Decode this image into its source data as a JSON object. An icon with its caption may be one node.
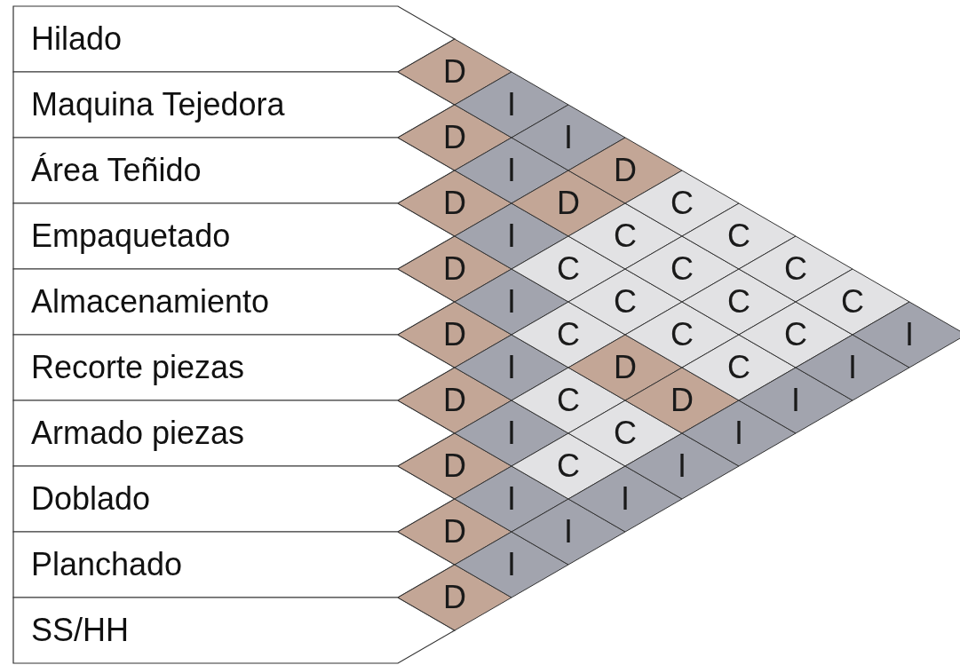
{
  "diagram": {
    "nodes": [
      {
        "text": [
          "Hilado"
        ]
      },
      {
        "text": [
          "Maquina Tejedora"
        ]
      },
      {
        "text": [
          "Área Teñido"
        ]
      },
      {
        "text": [
          "Empaquetado"
        ]
      },
      {
        "text": [
          "Almacenamiento"
        ]
      },
      {
        "text": [
          "Recorte piezas"
        ]
      },
      {
        "text": [
          "Armado piezas"
        ]
      },
      {
        "text": [
          "Doblado"
        ]
      },
      {
        "text": [
          "Planchado"
        ]
      },
      {
        "text": [
          "SS/HH"
        ]
      },
      {
        "text": [
          "D"
        ]
      },
      {
        "text": [
          "D"
        ]
      },
      {
        "text": [
          "D"
        ]
      },
      {
        "text": [
          "D"
        ]
      },
      {
        "text": [
          "D"
        ]
      },
      {
        "text": [
          "D"
        ]
      },
      {
        "text": [
          "D"
        ]
      },
      {
        "text": [
          "D"
        ]
      },
      {
        "text": [
          "D"
        ]
      },
      {
        "text": [
          "I"
        ]
      },
      {
        "text": [
          "I"
        ]
      },
      {
        "text": [
          "I"
        ]
      },
      {
        "text": [
          "I"
        ]
      },
      {
        "text": [
          "I"
        ]
      },
      {
        "text": [
          "I"
        ]
      },
      {
        "text": [
          "I"
        ]
      },
      {
        "text": [
          "I"
        ]
      },
      {
        "text": [
          "I"
        ]
      },
      {
        "text": [
          "D"
        ]
      },
      {
        "text": [
          "C"
        ]
      },
      {
        "text": [
          "C"
        ]
      },
      {
        "text": [
          "C"
        ]
      },
      {
        "text": [
          "C"
        ]
      },
      {
        "text": [
          "I"
        ]
      },
      {
        "text": [
          "D"
        ]
      },
      {
        "text": [
          "C"
        ]
      },
      {
        "text": [
          "C"
        ]
      },
      {
        "text": [
          "D"
        ]
      },
      {
        "text": [
          "C"
        ]
      },
      {
        "text": [
          "I"
        ]
      },
      {
        "text": [
          "C"
        ]
      },
      {
        "text": [
          "C"
        ]
      },
      {
        "text": [
          "C"
        ]
      },
      {
        "text": [
          "D"
        ]
      },
      {
        "text": [
          "I"
        ]
      },
      {
        "text": [
          "C"
        ]
      },
      {
        "text": [
          "C"
        ]
      },
      {
        "text": [
          "C"
        ]
      },
      {
        "text": [
          "I"
        ]
      },
      {
        "text": [
          "C"
        ]
      },
      {
        "text": [
          "C"
        ]
      },
      {
        "text": [
          "I"
        ]
      },
      {
        "text": [
          "C"
        ]
      },
      {
        "text": [
          "I"
        ]
      },
      {
        "text": [
          "I"
        ]
      }
    ]
  }
}
